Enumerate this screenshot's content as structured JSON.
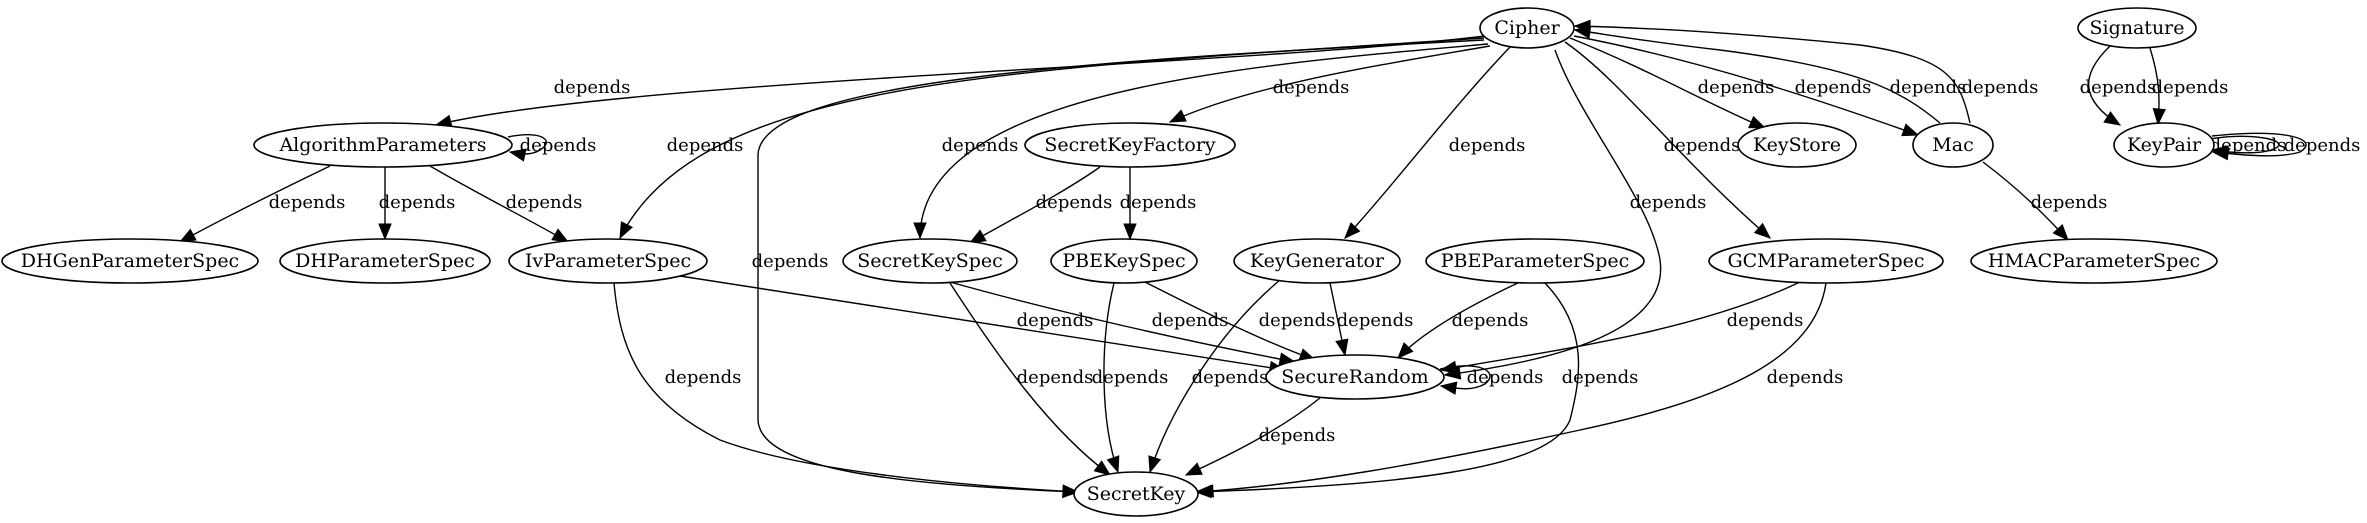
{
  "graph": {
    "nodes": [
      {
        "id": "Cipher",
        "label": "Cipher"
      },
      {
        "id": "Signature",
        "label": "Signature"
      },
      {
        "id": "AlgorithmParameters",
        "label": "AlgorithmParameters"
      },
      {
        "id": "SecretKeyFactory",
        "label": "SecretKeyFactory"
      },
      {
        "id": "KeyStore",
        "label": "KeyStore"
      },
      {
        "id": "Mac",
        "label": "Mac"
      },
      {
        "id": "KeyPair",
        "label": "KeyPair"
      },
      {
        "id": "DHGenParameterSpec",
        "label": "DHGenParameterSpec"
      },
      {
        "id": "DHParameterSpec",
        "label": "DHParameterSpec"
      },
      {
        "id": "IvParameterSpec",
        "label": "IvParameterSpec"
      },
      {
        "id": "SecretKeySpec",
        "label": "SecretKeySpec"
      },
      {
        "id": "PBEKeySpec",
        "label": "PBEKeySpec"
      },
      {
        "id": "KeyGenerator",
        "label": "KeyGenerator"
      },
      {
        "id": "PBEParameterSpec",
        "label": "PBEParameterSpec"
      },
      {
        "id": "GCMParameterSpec",
        "label": "GCMParameterSpec"
      },
      {
        "id": "HMACParameterSpec",
        "label": "HMACParameterSpec"
      },
      {
        "id": "SecureRandom",
        "label": "SecureRandom"
      },
      {
        "id": "SecretKey",
        "label": "SecretKey"
      }
    ],
    "edges": [
      {
        "from": "Cipher",
        "to": "AlgorithmParameters",
        "label": "depends"
      },
      {
        "from": "Cipher",
        "to": "IvParameterSpec",
        "label": "depends"
      },
      {
        "from": "Cipher",
        "to": "SecretKey",
        "label": "depends"
      },
      {
        "from": "Cipher",
        "to": "SecretKeySpec",
        "label": "depends"
      },
      {
        "from": "Cipher",
        "to": "SecretKeyFactory",
        "label": "depends"
      },
      {
        "from": "Cipher",
        "to": "KeyGenerator",
        "label": "depends"
      },
      {
        "from": "Cipher",
        "to": "SecureRandom",
        "label": "depends"
      },
      {
        "from": "Cipher",
        "to": "GCMParameterSpec",
        "label": "depends"
      },
      {
        "from": "Cipher",
        "to": "KeyStore",
        "label": "depends"
      },
      {
        "from": "Cipher",
        "to": "Mac",
        "label": "depends"
      },
      {
        "from": "Mac",
        "to": "Cipher",
        "label": "depends"
      },
      {
        "from": "Mac",
        "to": "Cipher",
        "label": "depends"
      },
      {
        "from": "Mac",
        "to": "HMACParameterSpec",
        "label": "depends"
      },
      {
        "from": "Signature",
        "to": "KeyPair",
        "label": "depends"
      },
      {
        "from": "Signature",
        "to": "KeyPair",
        "label": "depends"
      },
      {
        "from": "KeyPair",
        "to": "KeyPair",
        "label": "depends"
      },
      {
        "from": "KeyPair",
        "to": "KeyPair",
        "label": "depends"
      },
      {
        "from": "AlgorithmParameters",
        "to": "AlgorithmParameters",
        "label": "depends"
      },
      {
        "from": "AlgorithmParameters",
        "to": "DHGenParameterSpec",
        "label": "depends"
      },
      {
        "from": "AlgorithmParameters",
        "to": "DHParameterSpec",
        "label": "depends"
      },
      {
        "from": "AlgorithmParameters",
        "to": "IvParameterSpec",
        "label": "depends"
      },
      {
        "from": "SecretKeyFactory",
        "to": "SecretKeySpec",
        "label": "depends"
      },
      {
        "from": "SecretKeyFactory",
        "to": "PBEKeySpec",
        "label": "depends"
      },
      {
        "from": "IvParameterSpec",
        "to": "SecureRandom",
        "label": "depends"
      },
      {
        "from": "IvParameterSpec",
        "to": "SecretKey",
        "label": "depends"
      },
      {
        "from": "SecretKeySpec",
        "to": "SecureRandom",
        "label": "depends"
      },
      {
        "from": "SecretKeySpec",
        "to": "SecretKey",
        "label": "depends"
      },
      {
        "from": "PBEKeySpec",
        "to": "SecureRandom",
        "label": "depends"
      },
      {
        "from": "PBEKeySpec",
        "to": "SecretKey",
        "label": "depends"
      },
      {
        "from": "KeyGenerator",
        "to": "SecureRandom",
        "label": "depends"
      },
      {
        "from": "KeyGenerator",
        "to": "SecretKey",
        "label": "depends"
      },
      {
        "from": "PBEParameterSpec",
        "to": "SecureRandom",
        "label": "depends"
      },
      {
        "from": "PBEParameterSpec",
        "to": "SecretKey",
        "label": "depends"
      },
      {
        "from": "GCMParameterSpec",
        "to": "SecureRandom",
        "label": "depends"
      },
      {
        "from": "GCMParameterSpec",
        "to": "SecretKey",
        "label": "depends"
      },
      {
        "from": "SecureRandom",
        "to": "SecureRandom",
        "label": "depends"
      },
      {
        "from": "SecureRandom",
        "to": "SecretKey",
        "label": "depends"
      }
    ]
  }
}
